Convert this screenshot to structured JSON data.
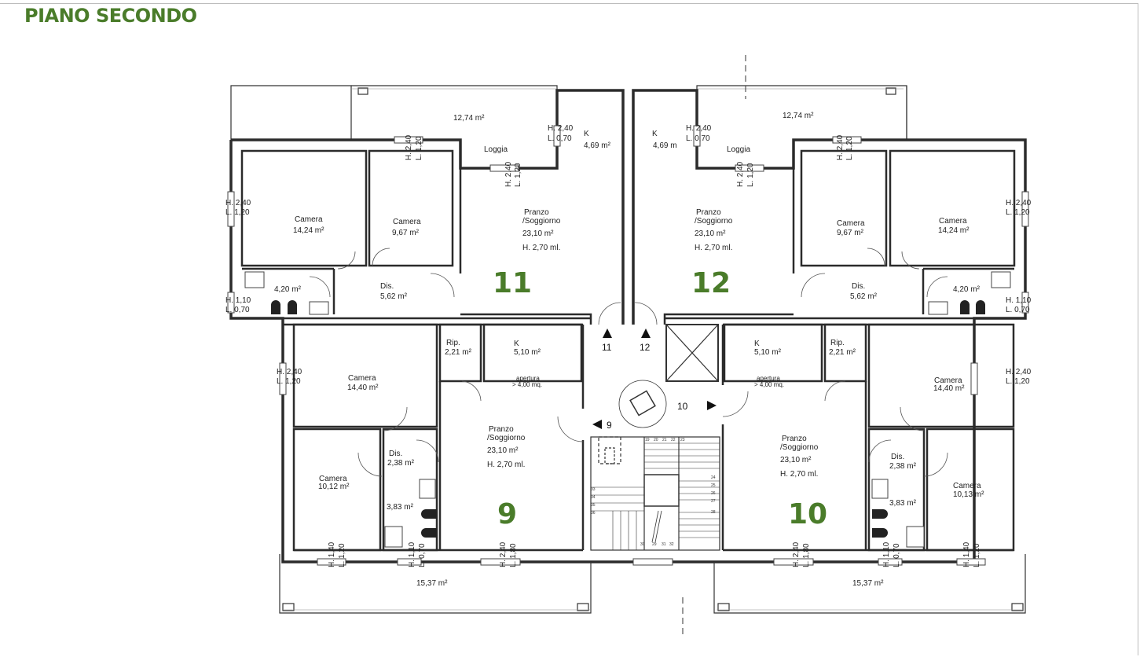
{
  "header": {
    "title": "PIANO SECONDO"
  },
  "units": [
    "11",
    "12",
    "9",
    "10"
  ],
  "terrace": {
    "north_area": "12,74 m²",
    "south_area": "15,37 m²"
  },
  "rooms": {
    "loggia": "Loggia",
    "kitchen": "K",
    "camera": "Camera",
    "pranzo": "Pranzo",
    "soggiorno": "/Soggiorno",
    "dis": "Dis.",
    "rip": "Rip.",
    "apertura": "apertura",
    "apertura_value": "> 4,00 mq."
  },
  "areas": {
    "k_north": "4,69 m²",
    "k_north_right": "4,69 m",
    "camera_1424": "14,24 m²",
    "camera_967": "9,67 m²",
    "soggiorno": "23,10 m²",
    "height": "H. 2,70 ml.",
    "bath_420": "4,20 m²",
    "dis_562": "5,62 m²",
    "rip_221": "2,21 m²",
    "k_510": "5,10 m²",
    "camera_1440": "14,40 m²",
    "dis_238": "2,38 m²",
    "camera_1012": "10,12 m²",
    "camera_1013": "10,13 m²",
    "bath_383": "3,83 m²"
  },
  "windows": {
    "h240": "H. 2,40",
    "l120": "L. 1,20",
    "l070": "L. 0,70",
    "h110": "H. 1,10",
    "h140": "H. 1,40",
    "l180": "L. 1,80"
  },
  "doors": [
    "11",
    "12",
    "9",
    "10"
  ],
  "stair_numbers": [
    "19",
    "20",
    "21",
    "22",
    "23",
    "24",
    "25",
    "26",
    "27",
    "28",
    "29",
    "30",
    "31",
    "32",
    "33",
    "34",
    "35",
    "36"
  ]
}
